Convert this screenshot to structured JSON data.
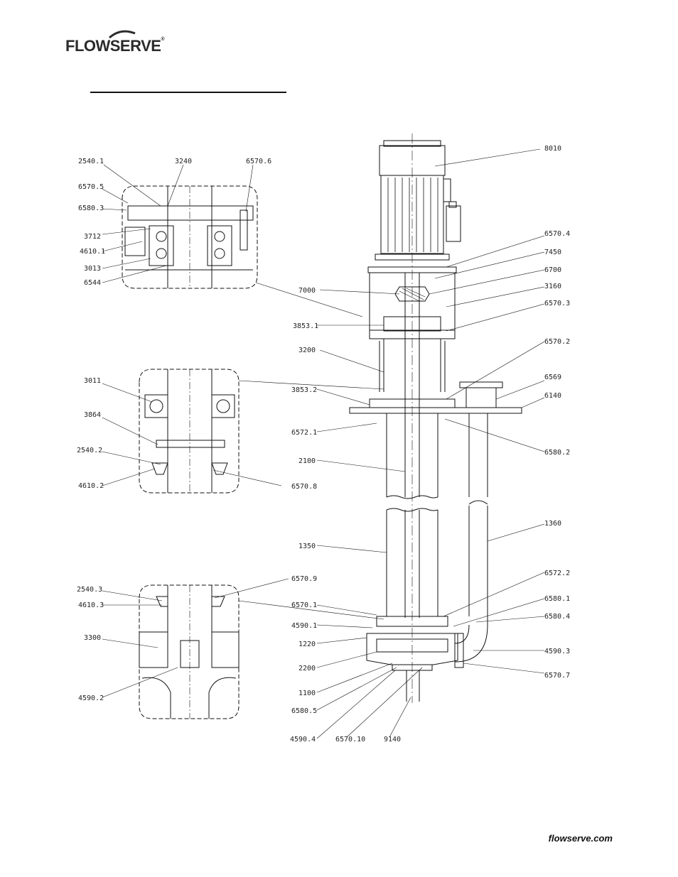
{
  "brand": {
    "name": "FLOWSERVE",
    "mark": "®"
  },
  "footer": {
    "url": "flowserve.com"
  },
  "colors": {
    "ink": "#111111",
    "logo": "#2b2b2b"
  },
  "callouts": {
    "c8010": "8010",
    "c6570_4": "6570.4",
    "c7450": "7450",
    "c6700": "6700",
    "c3160": "3160",
    "c6570_3": "6570.3",
    "c7000": "7000",
    "c3853_1": "3853.1",
    "c3200": "3200",
    "c6570_2": "6570.2",
    "c6569": "6569",
    "c6140": "6140",
    "c3853_2": "3853.2",
    "c6572_1": "6572.1",
    "c6580_2": "6580.2",
    "c2100": "2100",
    "c1360": "1360",
    "c1350": "1350",
    "c6572_2": "6572.2",
    "c6580_1": "6580.1",
    "c6570_1": "6570.1",
    "c6580_4": "6580.4",
    "c4590_1": "4590.1",
    "c1220": "1220",
    "c4590_3": "4590.3",
    "c2200": "2200",
    "c6570_7": "6570.7",
    "c1100": "1100",
    "c6580_5": "6580.5",
    "c4590_4": "4590.4",
    "c6570_10": "6570.10",
    "c9140": "9140",
    "c2540_1": "2540.1",
    "c3240": "3240",
    "c6570_6": "6570.6",
    "c6570_5": "6570.5",
    "c6580_3": "6580.3",
    "c3712": "3712",
    "c4610_1": "4610.1",
    "c3013": "3013",
    "c6544": "6544",
    "c3011": "3011",
    "c3864": "3864",
    "c2540_2": "2540.2",
    "c4610_2": "4610.2",
    "c6570_8": "6570.8",
    "c2540_3": "2540.3",
    "c6570_9": "6570.9",
    "c4610_3": "4610.3",
    "c3300": "3300",
    "c4590_2": "4590.2"
  }
}
